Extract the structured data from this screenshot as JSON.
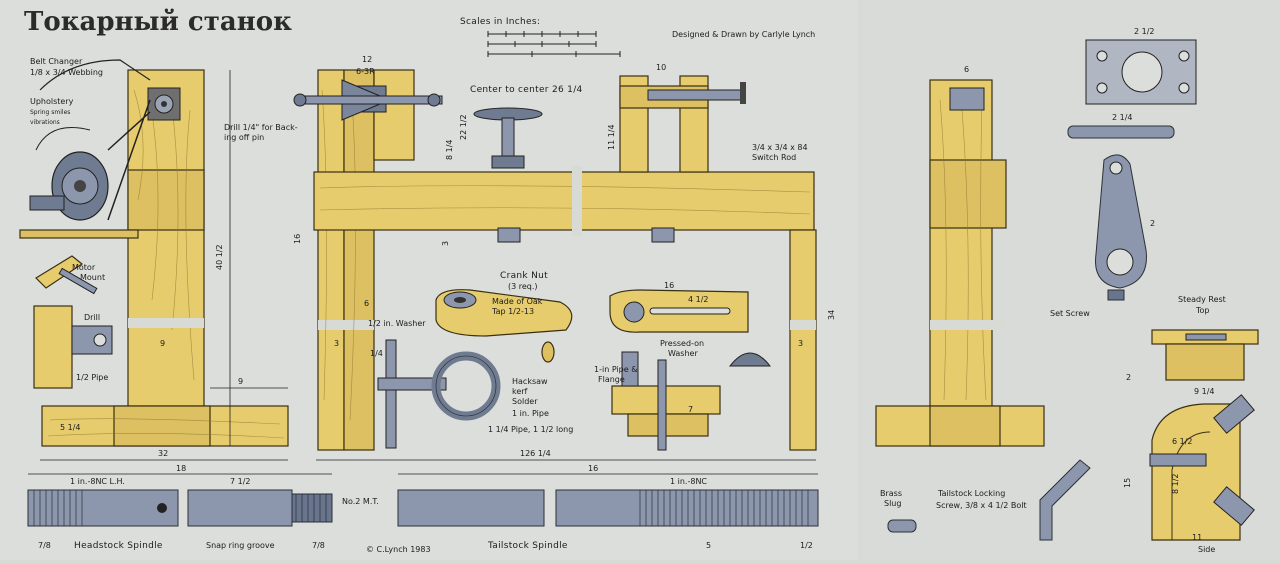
{
  "title": "Токарный станок",
  "scales_label": "Scales in Inches:",
  "credit": "Designed & Drawn by Carlyle Lynch",
  "signature": "© C.Lynch 1983",
  "labels": {
    "belt_changer": "Belt Changer",
    "belt_changer_2": "1/8 x 3/4 Webbing",
    "upholstery": "Upholstery",
    "upholstery_2": "Spring smiles",
    "upholstery_3": "vibrations",
    "motor_mount": "Motor",
    "motor_mount_2": "Mount",
    "drill": "Drill",
    "pipe": "1/2 Pipe",
    "drill_backing": "Drill 1/4\" for Back-",
    "drill_backing_2": "ing off pin",
    "center_to_center": "Center to center 26 1/4",
    "switch_rod": "3/4 x 3/4 x 84",
    "switch_rod_2": "Switch Rod",
    "crank_nut": "Crank Nut",
    "crank_nut_2": "(3 req.)",
    "made_of_oak": "Made of Oak",
    "made_of_oak_2": "Tap 1/2-13",
    "washer": "1/2 in. Washer",
    "hacksaw": "Hacksaw",
    "hacksaw_2": "kerf",
    "solder": "Solder",
    "in_pipe": "1 in. Pipe",
    "pipe_long": "1 1/4 Pipe, 1 1/2 long",
    "pressed_on": "Pressed-on",
    "pressed_on_2": "Washer",
    "pipe_flange": "1-in Pipe &",
    "pipe_flange_2": "Flange",
    "headstock_spindle": "Headstock Spindle",
    "snap_ring": "Snap ring groove",
    "tailstock_spindle": "Tailstock Spindle",
    "in_8nc_lh": "1 in.-8NC L.H.",
    "in_8nc": "1 in.-8NC",
    "no2mt": "No.2 M.T.",
    "set_screw": "Set Screw",
    "steady_rest": "Steady Rest",
    "steady_rest_2": "Top",
    "side": "Side",
    "brass_slug": "Brass",
    "brass_slug_2": "Slug",
    "tailstock_locking": "Tailstock Locking",
    "tailstock_locking_2": "Screw, 3/8 x 4 1/2 Bolt"
  },
  "dims": {
    "d32": "32",
    "d18": "18",
    "d7half": "7 1/2",
    "d9": "9",
    "d9b": "9",
    "d40half": "40 1/2",
    "d5quarter": "5 1/4",
    "d12": "12",
    "d6_3r": "6-3R",
    "d22half": "22 1/2",
    "d8quarter": "8 1/4",
    "d16": "16",
    "d6": "6",
    "d3": "3",
    "d126quarter": "126 1/4",
    "d16b": "16",
    "d34": "34",
    "d10": "10",
    "d11quarter": "11 1/4",
    "d3b": "3",
    "d3c": "3",
    "d16c": "16",
    "d4": "4 1/2",
    "d6b": "6",
    "d2half": "2 1/2",
    "d2quarter": "2 1/4",
    "d2": "2",
    "d9quarter": "9 1/4",
    "d15": "15",
    "d11": "11",
    "d5": "5",
    "d7": "7",
    "d7b": "7/8",
    "d7c": "7/8",
    "d1half": "1/2",
    "d1quarter": "1/4",
    "d6half": "6 1/2",
    "d8half": "8 1/2",
    "d2b": "2"
  },
  "colors": {
    "wood": "#e6cc6c",
    "metal": "#8c97ad",
    "background": "#d8dad6"
  }
}
